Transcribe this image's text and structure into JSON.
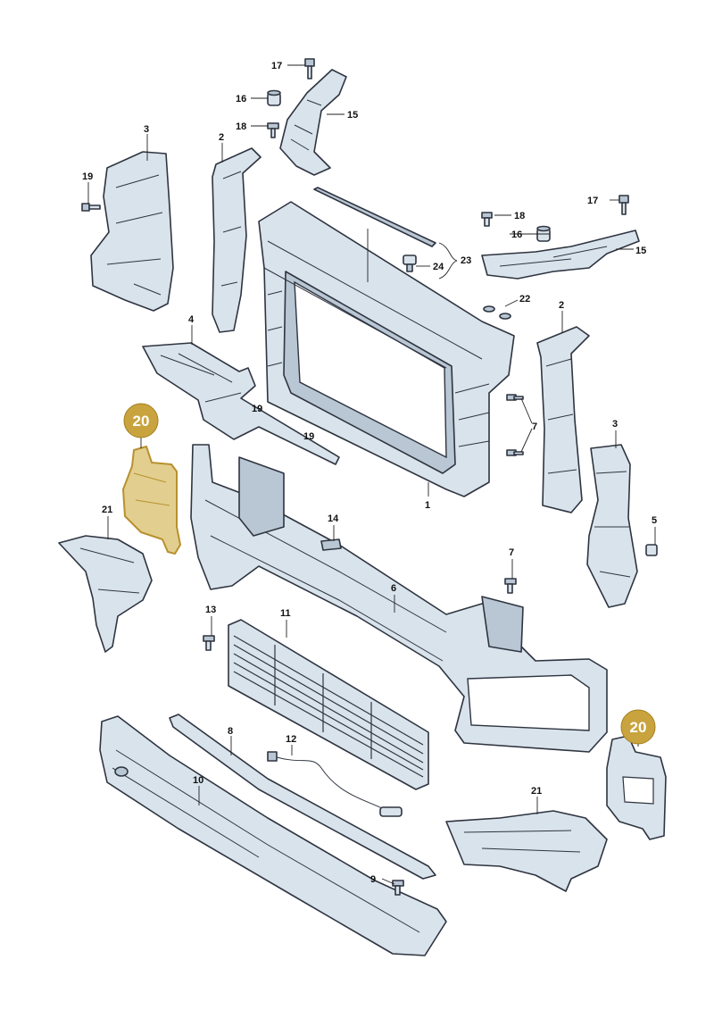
{
  "callouts": {
    "c1": "1",
    "c2a": "2",
    "c2b": "2",
    "c3a": "3",
    "c3b": "3",
    "c4": "4",
    "c5": "5",
    "c6": "6",
    "c7a": "7",
    "c7b": "7",
    "c8": "8",
    "c9": "9",
    "c10": "10",
    "c11": "11",
    "c12": "12",
    "c13": "13",
    "c14": "14",
    "c15a": "15",
    "c15b": "15",
    "c16a": "16",
    "c16b": "16",
    "c17a": "17",
    "c17b": "17",
    "c18a": "18",
    "c18b": "18",
    "c19": "19",
    "c19b": "19",
    "c19c": "19",
    "c21a": "21",
    "c21b": "21",
    "c22": "22",
    "c23": "23",
    "c24": "24"
  },
  "highlighted": {
    "badge_left": "20",
    "badge_right": "20",
    "color": "#c9a43e"
  }
}
